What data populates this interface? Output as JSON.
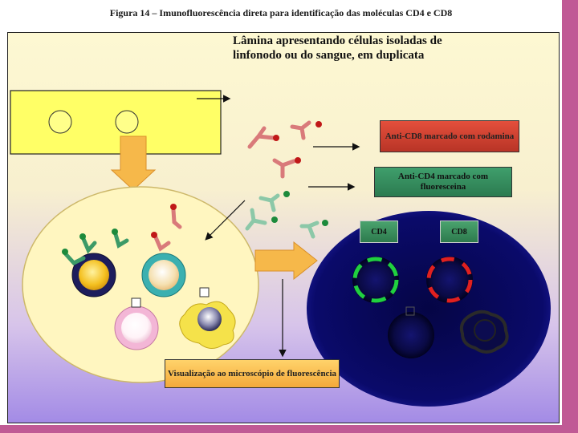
{
  "figure_title": "Figura 14 – Imunofluorescência direta para identificação das moléculas CD4 e CD8",
  "headline": "Lâmina apresentando células isoladas de linfonodo ou do sangue, em duplicata",
  "labels": {
    "anti_cd8": "Anti-CD8 marcado com rodamina",
    "anti_cd4": "Anti-CD4 marcado com fluoresceina",
    "visualization": "Visualização ao microscópio de fluorescência",
    "cd4_tag": "CD4",
    "cd8_tag": "CD8"
  },
  "colors": {
    "side_bar": "#c05a95",
    "rhodamine": "#d64a3a",
    "fluorescein": "#3c9a67",
    "slide": "#ffff66",
    "arrow_fill": "#f6b84a"
  }
}
